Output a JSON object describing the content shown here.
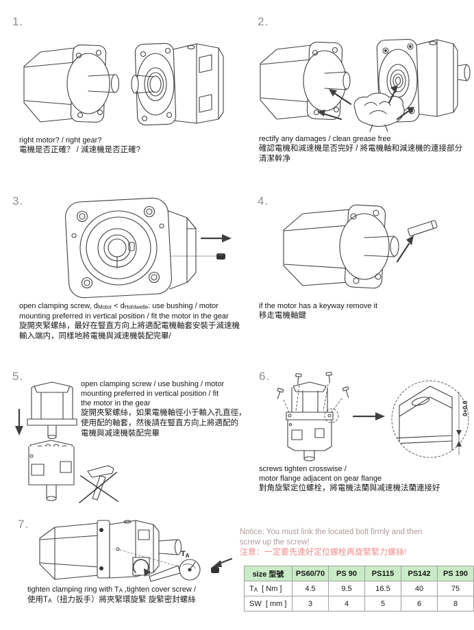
{
  "colors": {
    "line": "#3f3f3f",
    "step_number": "#8e8e8e",
    "notice_en": "#b09b9b",
    "notice_zh": "#f08c8c",
    "table_header_bg": "#c9ecc6",
    "table_border": "#9f9f9f",
    "screw_fill": "#333333"
  },
  "steps": {
    "s1": {
      "num": "1.",
      "illustration": "motor-and-gearbox-facing-each-other",
      "en": [
        "right motor? / right gear?"
      ],
      "zh": [
        "電機是否正確？ / 減速機是否正確?"
      ]
    },
    "s2": {
      "num": "2.",
      "illustration": "hand-with-cloth-cleaning-motor-and-gearbox",
      "en": [
        "rectify any damages / clean grease free"
      ],
      "zh": [
        "確認電機和減速機是否完好 / 將電機軸和減速機的連接部分",
        "清潔幹净"
      ]
    },
    "s3": {
      "num": "3.",
      "illustration": "gearbox-front-view-clamping-screw-removed",
      "en1_pre": "open clamping screw, d",
      "en1_sub1": "Motor",
      "en1_mid": " < d",
      "en1_sub2": "Hohlwelle",
      "en1_post": ": use bushing / motor",
      "en2": "mounting preferred in vertical position / fit the motor in the gear",
      "zh": [
        "旋開夾緊螺絲，最好在豎直方向上將適配電機軸套安裝于減速機",
        "輸入端内，同樣地將電機與減速機裝配完畢/"
      ]
    },
    "s4": {
      "num": "4.",
      "illustration": "motor-with-keyway-key-removed",
      "en": [
        "if the motor has a keyway remove it"
      ],
      "zh": [
        "移走電機軸鍵"
      ]
    },
    "s5": {
      "num": "5.",
      "illustration": "vertical-mounting-motor-onto-gearbox-no-hammer",
      "en": [
        "open clamping screw / use bushing / motor",
        "mounting preferred in vertical position / fit",
        "the motor in the gear"
      ],
      "zh": [
        "旋開夾緊螺絲，如果電機軸徑小于輸入孔直徑，",
        "使用配的軸套，然後請在豎直方向上將適配的",
        "電機與减速機裝配完畢"
      ]
    },
    "s6": {
      "num": "6.",
      "illustration": "crosswise-screw-tightening-with-flange-gap-detail",
      "detail_label": "0+0.0",
      "en": [
        "screws tighten crosswise /",
        "motor flange adjacent on gear flange"
      ],
      "zh": [
        "對角旋緊定位螺栓，將電機法蘭與减速機法蘭連接好"
      ]
    },
    "s7": {
      "num": "7.",
      "illustration": "torque-wrench-tightening-clamping-ring",
      "wrench_base": "T",
      "wrench_sub": "A",
      "en_pre": "tighten clamping ring with T",
      "en_sub": "A",
      "en_post": " ,tighten cover screw /",
      "zh_pre": "使用T",
      "zh_sub": "A",
      "zh_post": "（扭力扳手）將夾緊環旋緊 旋緊密封螺絲"
    }
  },
  "notice": {
    "en": [
      "Notice: You must link the located bolt firmly and then",
      "screw up the screw!"
    ],
    "zh": "注意：一定要先連好定位螺栓再旋緊緊力螺絲!"
  },
  "table": {
    "header": [
      "size 型號",
      "PS60/70",
      "PS 90",
      "PS115",
      "PS142",
      "PS 190"
    ],
    "rows": [
      {
        "base": "T",
        "sub": "A",
        "unit": "[ Nm ]",
        "values": [
          "4.5",
          "9.5",
          "16.5",
          "40",
          "75"
        ]
      },
      {
        "base": "SW",
        "sub": "",
        "unit": "[ mm ]",
        "values": [
          "3",
          "4",
          "5",
          "6",
          "8"
        ]
      }
    ]
  }
}
